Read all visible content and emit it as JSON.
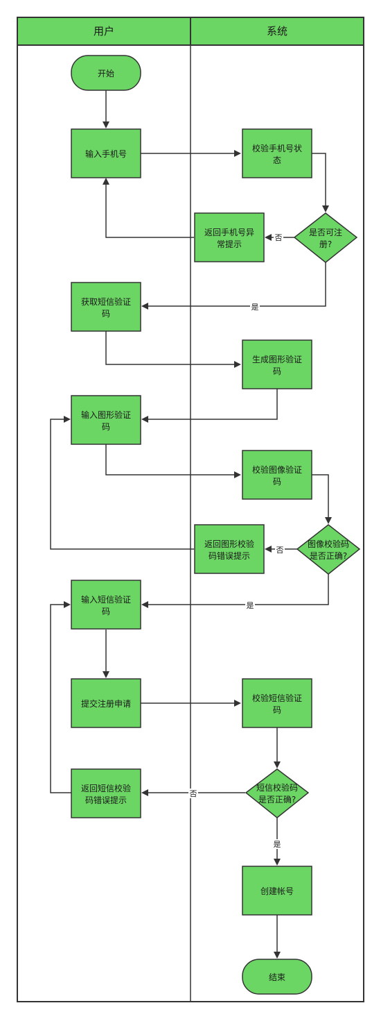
{
  "lanes": {
    "user": "用户",
    "system": "系统"
  },
  "nodes": {
    "start": "开始",
    "input_phone": "输入手机号",
    "check_phone_status": [
      "校验手机号状",
      "态"
    ],
    "can_register": [
      "是否可注",
      "册?"
    ],
    "phone_error": [
      "返回手机号异",
      "常提示"
    ],
    "get_sms_code": [
      "获取短信验证",
      "码"
    ],
    "gen_graphic_code": [
      "生成图形验证",
      "码"
    ],
    "input_graphic_code": [
      "输入图形验证",
      "码"
    ],
    "check_image_code": [
      "校验图像验证",
      "码"
    ],
    "image_code_correct": [
      "图像校验码",
      "是否正确?"
    ],
    "graphic_code_error": [
      "返回图形校验",
      "码错误提示"
    ],
    "input_sms_code": [
      "输入短信验证",
      "码"
    ],
    "submit_registration": "提交注册申请",
    "check_sms_code": [
      "校验短信验证",
      "码"
    ],
    "sms_code_correct": [
      "短信校验码",
      "是否正确?"
    ],
    "sms_code_error": [
      "返回短信校验",
      "码错误提示"
    ],
    "create_account": "创建帐号",
    "end": "结束"
  },
  "edge_labels": {
    "no": "否",
    "yes": "是"
  },
  "colors": {
    "node_fill": "#6cd664",
    "stroke": "#333333"
  }
}
